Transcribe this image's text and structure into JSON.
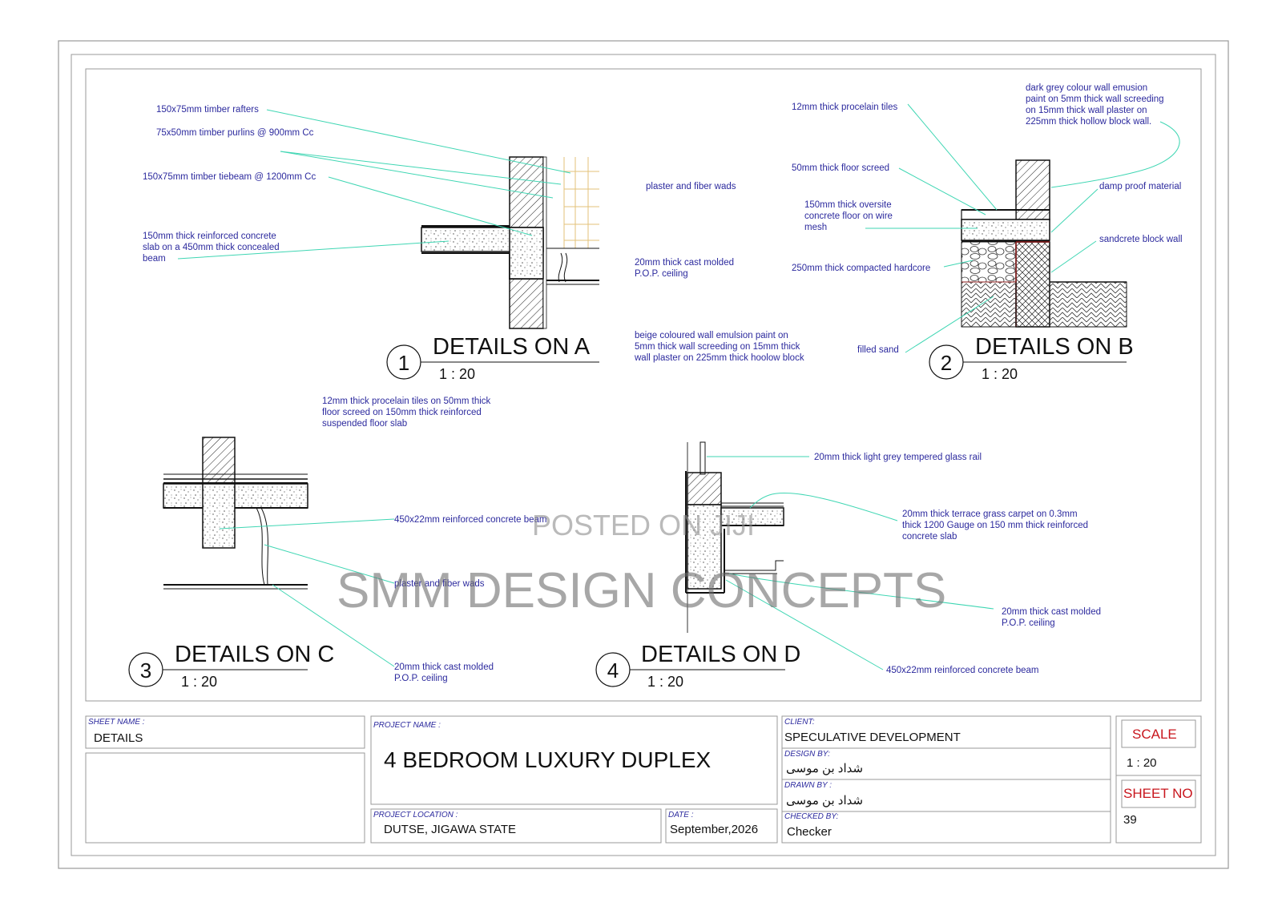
{
  "details": {
    "a": {
      "number": "1",
      "title": "DETAILS ON A",
      "scale": "1 : 20"
    },
    "b": {
      "number": "2",
      "title": "DETAILS ON B",
      "scale": "1 : 20"
    },
    "c": {
      "number": "3",
      "title": "DETAILS ON C",
      "scale": "1 : 20"
    },
    "d": {
      "number": "4",
      "title": "DETAILS ON D",
      "scale": "1 : 20"
    }
  },
  "notes": {
    "a_rafters": "150x75mm timber rafters",
    "a_purlins": "75x50mm timber purlins @ 900mm Cc",
    "a_tiebeam": "150x75mm timber tiebeam @ 1200mm Cc",
    "a_slab": [
      "150mm thick reinforced concrete",
      "slab on a 450mm thick concealed",
      "beam"
    ],
    "a_plaster": "plaster and fiber wads",
    "a_ceiling": [
      "20mm thick cast molded",
      "P.O.P. ceiling"
    ],
    "a_paint": [
      "beige coloured wall emulsion paint on",
      "5mm thick wall screeding on 15mm thick",
      "wall plaster on 225mm thick hoolow block"
    ],
    "b_tiles": "12mm thick procelain tiles",
    "b_paint": [
      "dark grey colour wall emusion",
      "paint on 5mm thick wall screeding",
      "on 15mm thick wall plaster on",
      "225mm thick hollow block wall."
    ],
    "b_screed": "50mm thick floor screed",
    "b_oversite": [
      "150mm thick oversite",
      "concrete floor on wire",
      "mesh"
    ],
    "b_dpm": "damp proof material",
    "b_block": "sandcrete block wall",
    "b_hardcore": "250mm thick compacted hardcore",
    "b_sand": "filled sand",
    "c_slab": [
      "12mm thick procelain tiles on 50mm thick",
      "floor screed on 150mm thick reinforced",
      "suspended floor slab"
    ],
    "c_beam": "450x22mm reinforced concrete beam",
    "c_plaster": "plaster and fiber wads",
    "c_ceiling": [
      "20mm thick cast molded",
      "P.O.P. ceiling"
    ],
    "d_rail": "20mm thick light grey tempered glass rail",
    "d_carpet": [
      "20mm thick terrace grass carpet on 0.3mm",
      "thick 1200 Gauge on 150 mm thick reinforced",
      "concrete slab"
    ],
    "d_ceiling": [
      "20mm thick cast molded",
      "P.O.P. ceiling"
    ],
    "d_beam": "450x22mm reinforced concrete beam"
  },
  "watermark": {
    "line1": "POSTED ON JIJI",
    "line2": "SMM DESIGN CONCEPTS"
  },
  "title_block": {
    "sheet_name_label": "SHEET NAME :",
    "sheet_name": "DETAILS",
    "project_name_label": "PROJECT NAME :",
    "project_name": "4 BEDROOM LUXURY DUPLEX",
    "project_location_label": "PROJECT LOCATION :",
    "project_location": "DUTSE, JIGAWA STATE",
    "date_label": "DATE :",
    "date": "September,2026",
    "client_label": "CLIENT:",
    "client": "SPECULATIVE DEVELOPMENT",
    "design_by_label": "DESIGN BY:",
    "design_by": "شداد بن موسى",
    "drawn_by_label": "DRAWN BY :",
    "drawn_by": "شداد بن موسى",
    "checked_by_label": "CHECKED BY:",
    "checked_by": "Checker",
    "scale_label": "SCALE",
    "scale": "1 : 20",
    "sheet_no_label": "SHEET NO",
    "sheet_no": "39"
  },
  "colors": {
    "note_text": "#2c2a9e",
    "leader": "#3fd6b3",
    "accent_red": "#c8161d"
  }
}
